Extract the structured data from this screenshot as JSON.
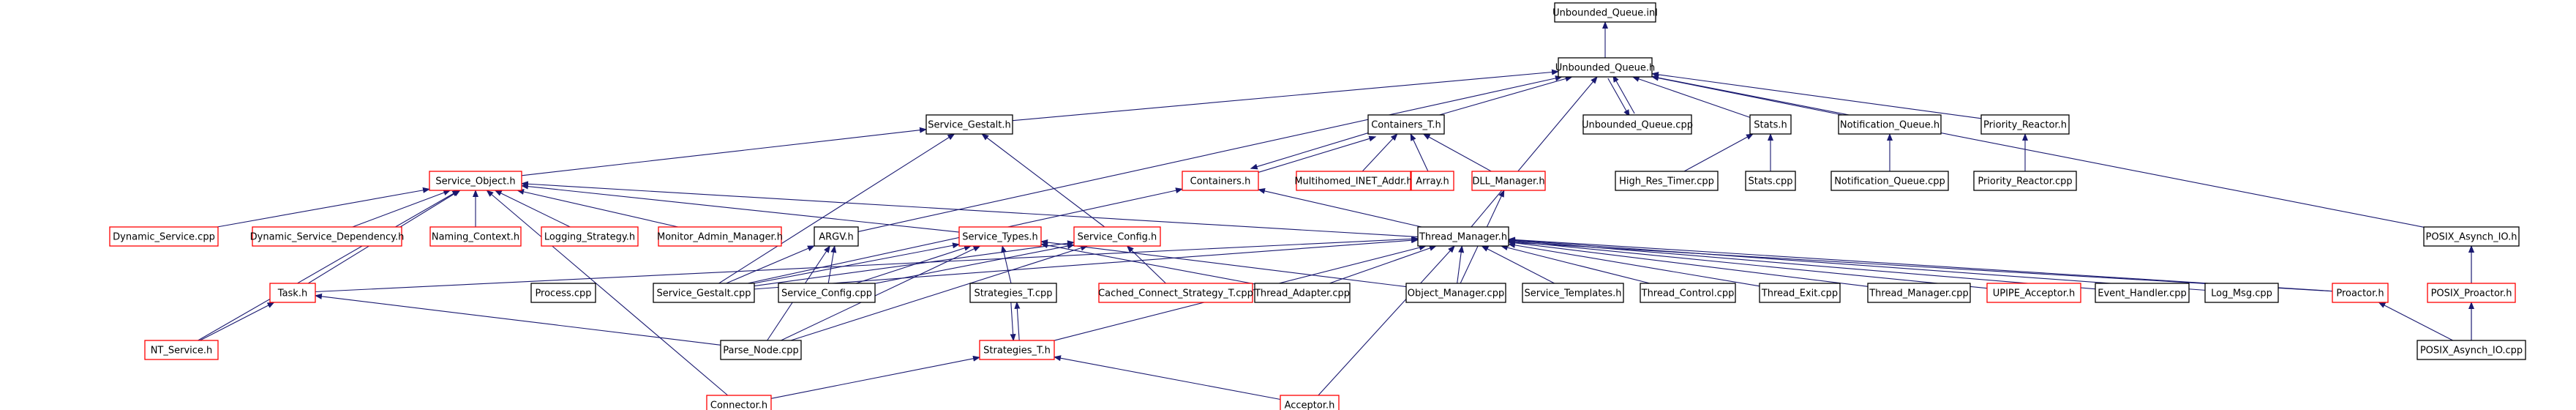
{
  "colors": {
    "edge": "#191970",
    "border_documented": "#000000",
    "border_undocumented": "#ff0000",
    "fill_focus": "#bfbfbf",
    "fill_default": "#ffffff"
  },
  "nodes": [
    {
      "id": "uq_inl",
      "label": "Unbounded_Queue.inl",
      "style": "focus"
    },
    {
      "id": "uq_h",
      "label": "Unbounded_Queue.h",
      "style": "black"
    },
    {
      "id": "sg_h",
      "label": "Service_Gestalt.h",
      "style": "black"
    },
    {
      "id": "ct_h",
      "label": "Containers_T.h",
      "style": "black"
    },
    {
      "id": "uq_cpp",
      "label": "Unbounded_Queue.cpp",
      "style": "black"
    },
    {
      "id": "stats_h",
      "label": "Stats.h",
      "style": "black"
    },
    {
      "id": "nq_h",
      "label": "Notification_Queue.h",
      "style": "black"
    },
    {
      "id": "pr_h",
      "label": "Priority_Reactor.h",
      "style": "black"
    },
    {
      "id": "so_h",
      "label": "Service_Object.h",
      "style": "red"
    },
    {
      "id": "cont_h",
      "label": "Containers.h",
      "style": "red"
    },
    {
      "id": "mia_h",
      "label": "Multihomed_INET_Addr.h",
      "style": "red"
    },
    {
      "id": "arr_h",
      "label": "Array.h",
      "style": "red"
    },
    {
      "id": "dll_h",
      "label": "DLL_Manager.h",
      "style": "red"
    },
    {
      "id": "hrt_cpp",
      "label": "High_Res_Timer.cpp",
      "style": "black"
    },
    {
      "id": "stats_cpp",
      "label": "Stats.cpp",
      "style": "black"
    },
    {
      "id": "nq_cpp",
      "label": "Notification_Queue.cpp",
      "style": "black"
    },
    {
      "id": "pr_cpp",
      "label": "Priority_Reactor.cpp",
      "style": "black"
    },
    {
      "id": "ds_cpp",
      "label": "Dynamic_Service.cpp",
      "style": "red"
    },
    {
      "id": "dsd_h",
      "label": "Dynamic_Service_Dependency.h",
      "style": "red"
    },
    {
      "id": "nc_h",
      "label": "Naming_Context.h",
      "style": "red"
    },
    {
      "id": "ls_h",
      "label": "Logging_Strategy.h",
      "style": "red"
    },
    {
      "id": "mam_h",
      "label": "Monitor_Admin_Manager.h",
      "style": "red"
    },
    {
      "id": "argv_h",
      "label": "ARGV.h",
      "style": "black"
    },
    {
      "id": "st_h",
      "label": "Service_Types.h",
      "style": "red"
    },
    {
      "id": "sc_h",
      "label": "Service_Config.h",
      "style": "red"
    },
    {
      "id": "tm_h",
      "label": "Thread_Manager.h",
      "style": "black"
    },
    {
      "id": "pai_h",
      "label": "POSIX_Asynch_IO.h",
      "style": "black"
    },
    {
      "id": "task_h",
      "label": "Task.h",
      "style": "red"
    },
    {
      "id": "proc_cpp",
      "label": "Process.cpp",
      "style": "black"
    },
    {
      "id": "sg_cpp",
      "label": "Service_Gestalt.cpp",
      "style": "black"
    },
    {
      "id": "sc_cpp",
      "label": "Service_Config.cpp",
      "style": "black"
    },
    {
      "id": "stt_cpp",
      "label": "Strategies_T.cpp",
      "style": "black"
    },
    {
      "id": "ccst_cpp",
      "label": "Cached_Connect_Strategy_T.cpp",
      "style": "red"
    },
    {
      "id": "ta_cpp",
      "label": "Thread_Adapter.cpp",
      "style": "black"
    },
    {
      "id": "om_cpp",
      "label": "Object_Manager.cpp",
      "style": "black"
    },
    {
      "id": "stm_h",
      "label": "Service_Templates.h",
      "style": "black"
    },
    {
      "id": "tc_cpp",
      "label": "Thread_Control.cpp",
      "style": "black"
    },
    {
      "id": "te_cpp",
      "label": "Thread_Exit.cpp",
      "style": "black"
    },
    {
      "id": "tm_cpp",
      "label": "Thread_Manager.cpp",
      "style": "black"
    },
    {
      "id": "upipe_h",
      "label": "UPIPE_Acceptor.h",
      "style": "red"
    },
    {
      "id": "eh_cpp",
      "label": "Event_Handler.cpp",
      "style": "black"
    },
    {
      "id": "lm_cpp",
      "label": "Log_Msg.cpp",
      "style": "black"
    },
    {
      "id": "proactor_h",
      "label": "Proactor.h",
      "style": "red"
    },
    {
      "id": "pp_h",
      "label": "POSIX_Proactor.h",
      "style": "red"
    },
    {
      "id": "nts_h",
      "label": "NT_Service.h",
      "style": "red"
    },
    {
      "id": "pn_cpp",
      "label": "Parse_Node.cpp",
      "style": "black"
    },
    {
      "id": "sth_h",
      "label": "Strategies_T.h",
      "style": "red"
    },
    {
      "id": "pai_cpp",
      "label": "POSIX_Asynch_IO.cpp",
      "style": "black"
    },
    {
      "id": "conn_h",
      "label": "Connector.h",
      "style": "red"
    },
    {
      "id": "acc_h",
      "label": "Acceptor.h",
      "style": "red"
    }
  ],
  "edges": [
    [
      "uq_h",
      "uq_inl"
    ],
    [
      "sg_h",
      "uq_h"
    ],
    [
      "ct_h",
      "uq_h"
    ],
    [
      "uq_cpp",
      "uq_h"
    ],
    [
      "uq_h",
      "uq_cpp"
    ],
    [
      "stats_h",
      "uq_h"
    ],
    [
      "nq_h",
      "uq_h"
    ],
    [
      "pr_h",
      "uq_h"
    ],
    [
      "argv_h",
      "uq_h"
    ],
    [
      "tm_h",
      "uq_h"
    ],
    [
      "pai_h",
      "uq_h"
    ],
    [
      "so_h",
      "sg_h"
    ],
    [
      "sc_h",
      "sg_h"
    ],
    [
      "sg_cpp",
      "sg_h"
    ],
    [
      "cont_h",
      "ct_h"
    ],
    [
      "ct_h",
      "cont_h"
    ],
    [
      "mia_h",
      "ct_h"
    ],
    [
      "arr_h",
      "ct_h"
    ],
    [
      "dll_h",
      "ct_h"
    ],
    [
      "hrt_cpp",
      "stats_h"
    ],
    [
      "stats_cpp",
      "stats_h"
    ],
    [
      "nq_cpp",
      "nq_h"
    ],
    [
      "pr_cpp",
      "pr_h"
    ],
    [
      "ds_cpp",
      "so_h"
    ],
    [
      "dsd_h",
      "so_h"
    ],
    [
      "nc_h",
      "so_h"
    ],
    [
      "ls_h",
      "so_h"
    ],
    [
      "mam_h",
      "so_h"
    ],
    [
      "st_h",
      "so_h"
    ],
    [
      "task_h",
      "so_h"
    ],
    [
      "nts_h",
      "so_h"
    ],
    [
      "conn_h",
      "so_h"
    ],
    [
      "proactor_h",
      "so_h"
    ],
    [
      "tm_h",
      "cont_h"
    ],
    [
      "sg_cpp",
      "cont_h"
    ],
    [
      "om_cpp",
      "dll_h"
    ],
    [
      "sg_cpp",
      "argv_h"
    ],
    [
      "sc_cpp",
      "argv_h"
    ],
    [
      "pn_cpp",
      "argv_h"
    ],
    [
      "sg_cpp",
      "st_h"
    ],
    [
      "sc_cpp",
      "st_h"
    ],
    [
      "pn_cpp",
      "st_h"
    ],
    [
      "stt_cpp",
      "st_h"
    ],
    [
      "ta_cpp",
      "st_h"
    ],
    [
      "om_cpp",
      "st_h"
    ],
    [
      "sg_cpp",
      "sc_h"
    ],
    [
      "sc_cpp",
      "sc_h"
    ],
    [
      "pn_cpp",
      "sc_h"
    ],
    [
      "ccst_cpp",
      "sc_h"
    ],
    [
      "task_h",
      "tm_h"
    ],
    [
      "sg_cpp",
      "tm_h"
    ],
    [
      "ta_cpp",
      "tm_h"
    ],
    [
      "om_cpp",
      "tm_h"
    ],
    [
      "stm_h",
      "tm_h"
    ],
    [
      "tc_cpp",
      "tm_h"
    ],
    [
      "te_cpp",
      "tm_h"
    ],
    [
      "tm_cpp",
      "tm_h"
    ],
    [
      "upipe_h",
      "tm_h"
    ],
    [
      "eh_cpp",
      "tm_h"
    ],
    [
      "lm_cpp",
      "tm_h"
    ],
    [
      "proactor_h",
      "tm_h"
    ],
    [
      "sth_h",
      "tm_h"
    ],
    [
      "acc_h",
      "tm_h"
    ],
    [
      "pp_h",
      "pai_h"
    ],
    [
      "pai_cpp",
      "pai_h"
    ],
    [
      "pai_cpp",
      "pp_h"
    ],
    [
      "nts_h",
      "task_h"
    ],
    [
      "pn_cpp",
      "task_h"
    ],
    [
      "stt_cpp",
      "sth_h"
    ],
    [
      "sth_h",
      "stt_cpp"
    ],
    [
      "conn_h",
      "sth_h"
    ],
    [
      "acc_h",
      "sth_h"
    ],
    [
      "pai_cpp",
      "proactor_h"
    ]
  ]
}
